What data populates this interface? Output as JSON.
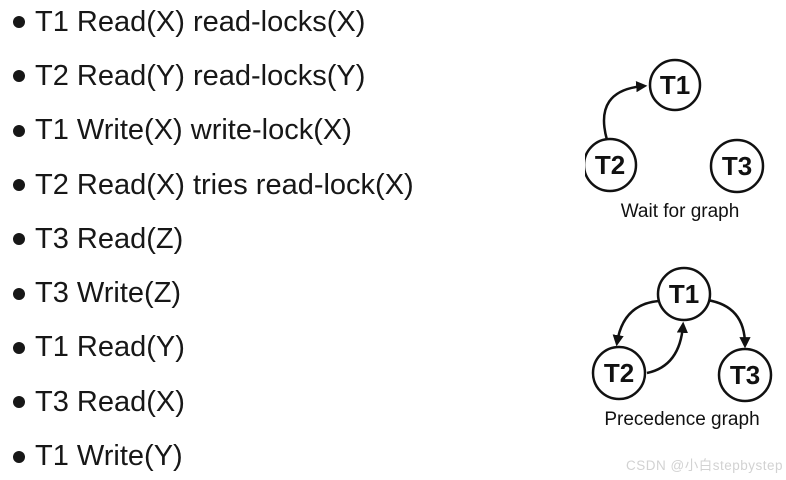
{
  "bullets": [
    "T1 Read(X) read-locks(X)",
    "T2 Read(Y) read-locks(Y)",
    "T1 Write(X) write-lock(X)",
    "T2 Read(X) tries read-lock(X)",
    "T3 Read(Z)",
    "T3 Write(Z)",
    "T1 Read(Y)",
    "T3 Read(X)",
    "T1 Write(Y)"
  ],
  "graphs": {
    "wait_for": {
      "caption": "Wait for graph",
      "nodes": [
        {
          "id": "T1",
          "label": "T1"
        },
        {
          "id": "T2",
          "label": "T2"
        },
        {
          "id": "T3",
          "label": "T3"
        }
      ],
      "edges": [
        {
          "from": "T2",
          "to": "T1"
        }
      ]
    },
    "precedence": {
      "caption": "Precedence graph",
      "nodes": [
        {
          "id": "T1",
          "label": "T1"
        },
        {
          "id": "T2",
          "label": "T2"
        },
        {
          "id": "T3",
          "label": "T3"
        }
      ],
      "edges": [
        {
          "from": "T1",
          "to": "T2"
        },
        {
          "from": "T2",
          "to": "T1"
        },
        {
          "from": "T1",
          "to": "T3"
        }
      ]
    }
  },
  "watermark": {
    "text": "CSDN @小白stepbystep"
  },
  "colors": {
    "text": "#171717",
    "stroke": "#111111",
    "background": "#ffffff",
    "watermark": "#d2d2d2"
  }
}
